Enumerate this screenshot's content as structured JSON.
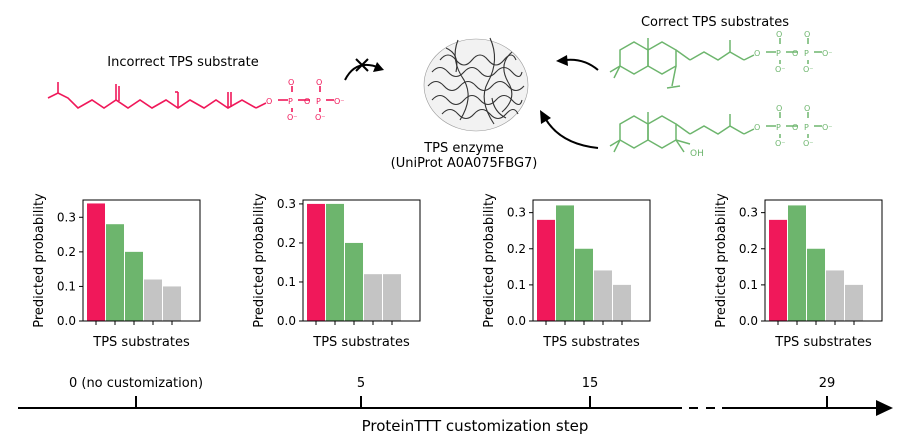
{
  "header": {
    "incorrect_label": "Incorrect TPS substrate",
    "correct_label": "Correct TPS substrates",
    "enzyme_name": "TPS enzyme",
    "enzyme_id": "(UniProt A0A075FBG7)",
    "oh_label": "OH",
    "phosphate": {
      "P": "P",
      "O": "O",
      "Ominus": "O⁻"
    }
  },
  "colors": {
    "incorrect": "#f0185a",
    "correct": "#6db56d",
    "other": "#c4c4c4",
    "axis": "#000000"
  },
  "chart_data": [
    {
      "type": "bar",
      "step_label": "0 (no customization)",
      "values": [
        0.34,
        0.28,
        0.2,
        0.12,
        0.1
      ],
      "bar_colors": [
        "incorrect",
        "correct",
        "correct",
        "other",
        "other"
      ],
      "ylabel": "Predicted probability",
      "xlabel": "TPS substrates",
      "yticks": [
        "0.0",
        "0.1",
        "0.2",
        "0.3"
      ],
      "ylim": [
        0,
        0.35
      ]
    },
    {
      "type": "bar",
      "step_label": "5",
      "values": [
        0.3,
        0.3,
        0.2,
        0.12,
        0.12
      ],
      "bar_colors": [
        "incorrect",
        "correct",
        "correct",
        "other",
        "other"
      ],
      "ylabel": "Predicted probability",
      "xlabel": "TPS substrates",
      "yticks": [
        "0.0",
        "0.1",
        "0.2",
        "0.3"
      ],
      "ylim": [
        0,
        0.31
      ]
    },
    {
      "type": "bar",
      "step_label": "15",
      "values": [
        0.28,
        0.32,
        0.2,
        0.14,
        0.1
      ],
      "bar_colors": [
        "incorrect",
        "correct",
        "correct",
        "other",
        "other"
      ],
      "ylabel": "Predicted probability",
      "xlabel": "TPS substrates",
      "yticks": [
        "0.0",
        "0.1",
        "0.2",
        "0.3"
      ],
      "ylim": [
        0,
        0.335
      ]
    },
    {
      "type": "bar",
      "step_label": "29",
      "values": [
        0.28,
        0.32,
        0.2,
        0.14,
        0.1
      ],
      "bar_colors": [
        "incorrect",
        "correct",
        "correct",
        "other",
        "other"
      ],
      "ylabel": "Predicted probability",
      "xlabel": "TPS substrates",
      "yticks": [
        "0.0",
        "0.1",
        "0.2",
        "0.3"
      ],
      "ylim": [
        0,
        0.335
      ]
    }
  ],
  "timeline": {
    "axis_label": "ProteinTTT customization step"
  }
}
